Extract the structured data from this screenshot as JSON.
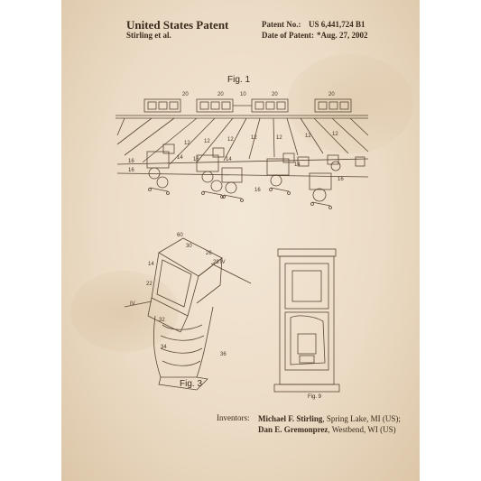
{
  "header": {
    "title": "United States Patent",
    "authors": "Stirling et al.",
    "patent_no_label": "Patent No.:",
    "patent_no_value": "US 6,441,724 B1",
    "date_label": "Date of Patent:",
    "date_value": "*Aug. 27, 2002"
  },
  "figures": {
    "fig1": "Fig. 1",
    "fig3": "Fig. 3",
    "fig9": "Fig. 9"
  },
  "fig1_refs": [
    "20",
    "20",
    "10",
    "20",
    "20",
    "12",
    "12",
    "12",
    "12",
    "12",
    "12",
    "12",
    "14",
    "14",
    "14",
    "16",
    "16",
    "16",
    "16",
    "16"
  ],
  "fig3_refs": [
    "60",
    "30",
    "26",
    "28",
    "14",
    "22",
    "IV",
    "IV",
    "32",
    "34",
    "36"
  ],
  "inventors": {
    "label": "Inventors:",
    "name1": "Michael F. Stirling",
    "rest1": ", Spring Lake, MI (US); ",
    "name2": "Dan E. Gremonprez",
    "rest2": ", Westbend, WI (US)"
  }
}
